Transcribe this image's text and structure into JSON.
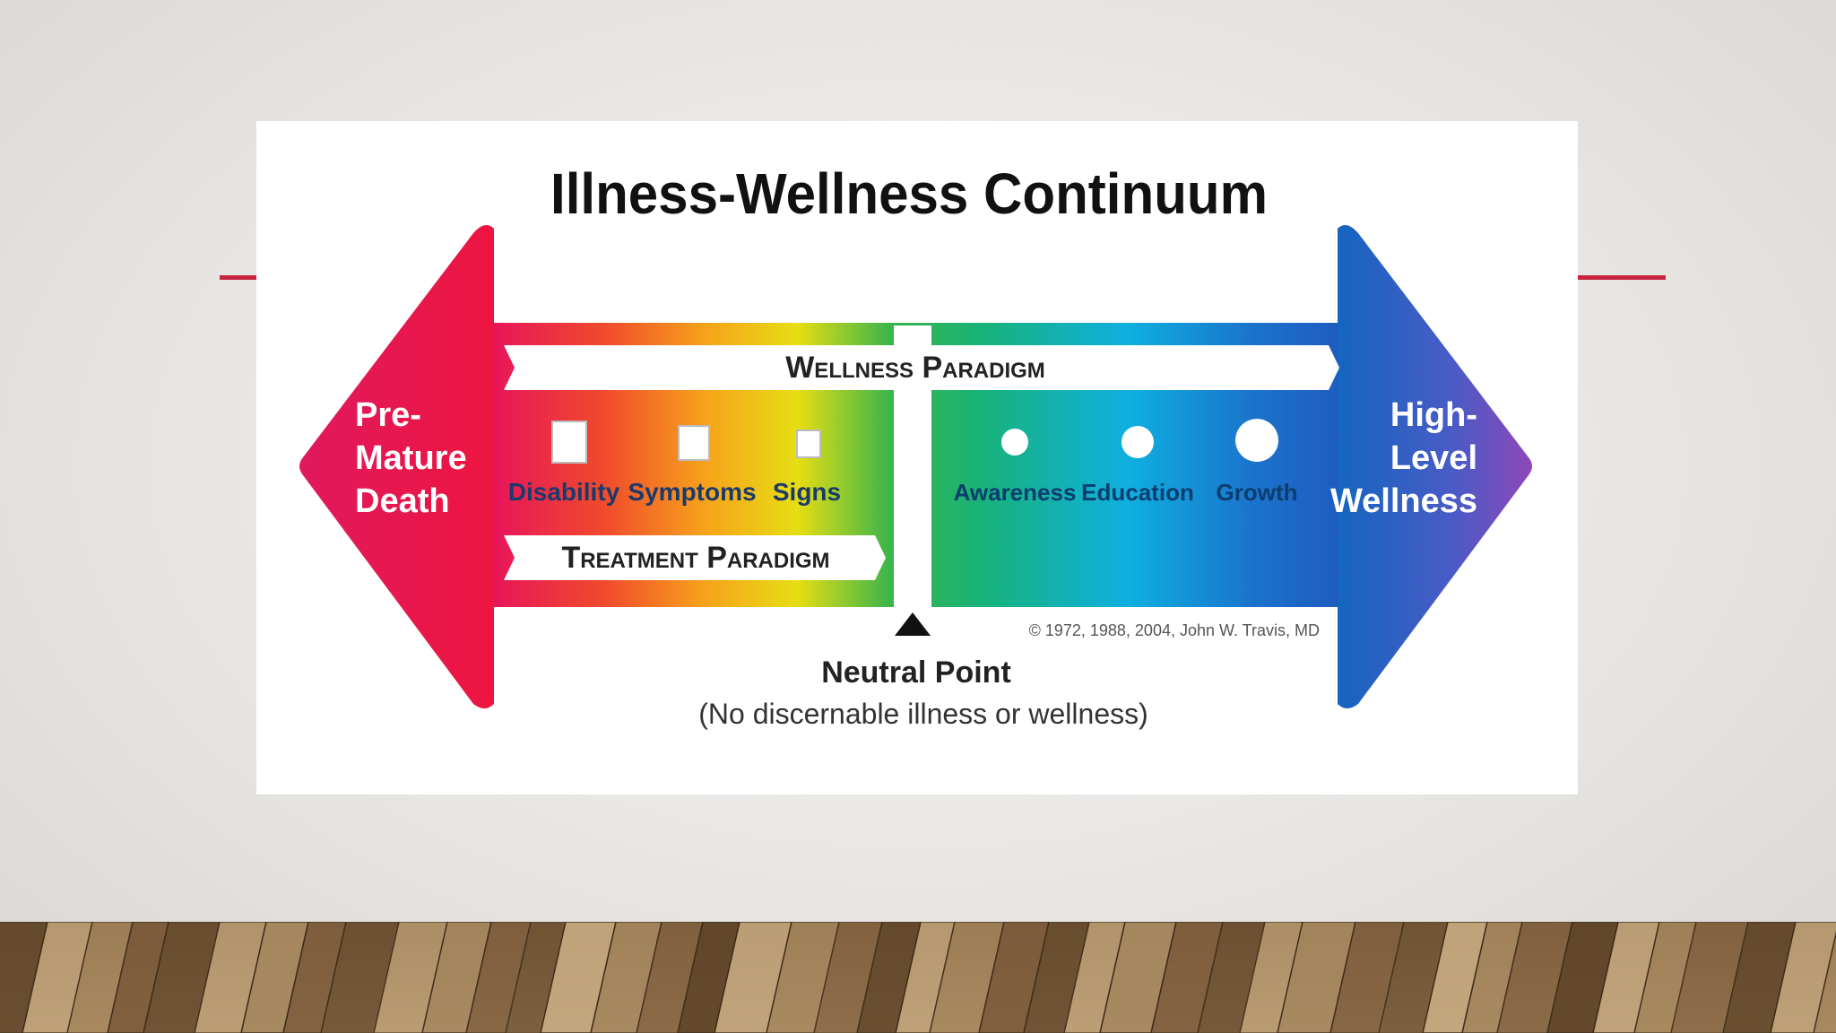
{
  "slide": {
    "accent_color": "#c8233f",
    "floor_colors": [
      "#7a5a3a",
      "#a88a62",
      "#c7ab82",
      "#5e4328"
    ]
  },
  "diagram": {
    "title": "Illness-Wellness Continuum",
    "left_end": [
      "Pre-",
      "Mature",
      "Death"
    ],
    "right_end": [
      "High-",
      "Level",
      "Wellness"
    ],
    "wellness_paradigm": "Wellness Paradigm",
    "treatment_paradigm": "Treatment Paradigm",
    "illness_markers": [
      {
        "label": "Disability",
        "shape": "square"
      },
      {
        "label": "Symptoms",
        "shape": "square"
      },
      {
        "label": "Signs",
        "shape": "square"
      }
    ],
    "wellness_markers": [
      {
        "label": "Awareness",
        "shape": "circle"
      },
      {
        "label": "Education",
        "shape": "circle"
      },
      {
        "label": "Growth",
        "shape": "circle"
      }
    ],
    "neutral_point": "Neutral Point",
    "neutral_caption": "(No discernable illness or wellness)",
    "copyright": "© 1972, 1988, 2004, John W. Travis, MD",
    "colors": {
      "illness_end": "#e8155a",
      "wellness_end": "#1565c0",
      "neutral": "#3cb043"
    }
  }
}
